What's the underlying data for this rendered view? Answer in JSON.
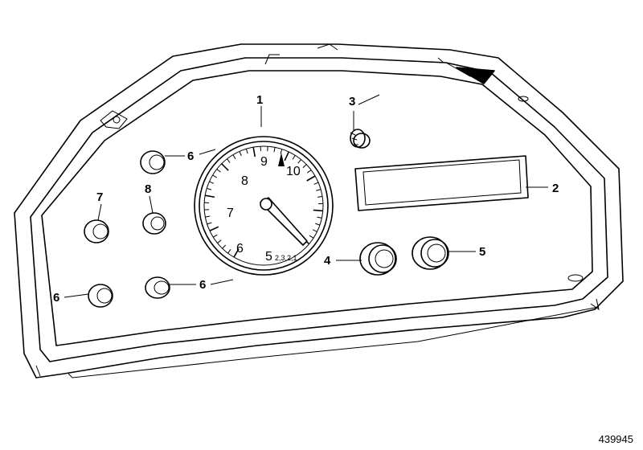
{
  "callouts": {
    "c1": "1",
    "c2": "2",
    "c3": "3",
    "c4": "4",
    "c5": "5",
    "c6a": "6",
    "c6b": "6",
    "c6c": "6",
    "c7": "7",
    "c8": "8"
  },
  "dial": {
    "n5": "5",
    "n6": "6",
    "n7": "7",
    "n8": "8",
    "n9": "9",
    "n10": "10",
    "odometer": "2,3,2,1"
  },
  "part_number": "439945"
}
